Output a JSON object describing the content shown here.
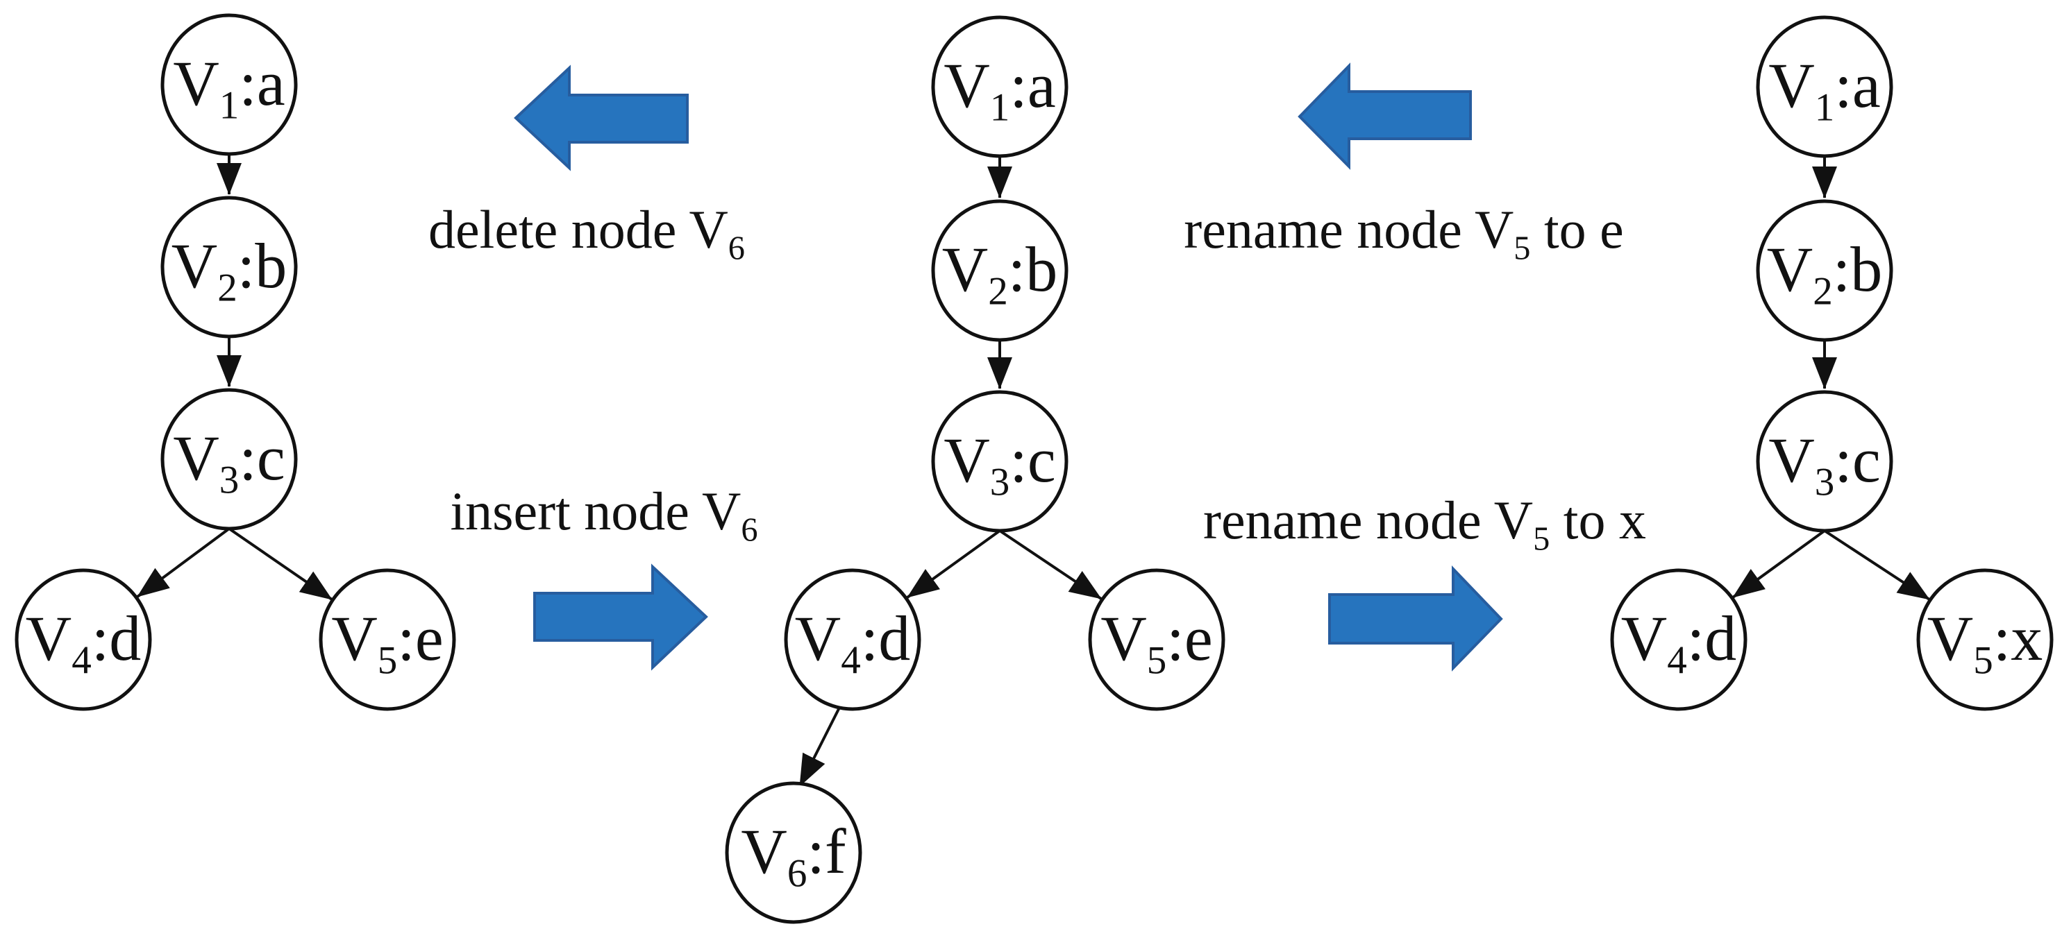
{
  "figure": {
    "background_color": "#ffffff",
    "node_stroke_color": "#111111",
    "arrow_fill_color": "#2674BE",
    "arrow_stroke_color": "#275D9F",
    "icons": [
      "block-arrow-left-icon",
      "block-arrow-right-icon"
    ]
  },
  "operations": {
    "delete": {
      "pre": "delete node V",
      "sub": "6",
      "post": ""
    },
    "insert": {
      "pre": "insert node V",
      "sub": "6",
      "post": ""
    },
    "rename_e": {
      "pre": "rename node V",
      "sub": "5",
      "post": " to e"
    },
    "rename_x": {
      "pre": "rename node V",
      "sub": "5",
      "post": " to x"
    }
  },
  "arrows": [
    {
      "icon": "block-arrow-left-icon",
      "between": "middle-and-left-trees",
      "operation": "delete"
    },
    {
      "icon": "block-arrow-right-icon",
      "between": "left-and-middle-trees",
      "operation": "insert"
    },
    {
      "icon": "block-arrow-left-icon",
      "between": "right-and-middle-trees",
      "operation": "rename_e"
    },
    {
      "icon": "block-arrow-right-icon",
      "between": "middle-and-right-trees",
      "operation": "rename_x"
    }
  ],
  "trees": [
    {
      "id": "left-tree",
      "nodes": [
        {
          "id": "V1",
          "name": "V",
          "sub": "1",
          "suffix": ":a",
          "parent": null
        },
        {
          "id": "V2",
          "name": "V",
          "sub": "2",
          "suffix": ":b",
          "parent": "V1"
        },
        {
          "id": "V3",
          "name": "V",
          "sub": "3",
          "suffix": ":c",
          "parent": "V2"
        },
        {
          "id": "V4",
          "name": "V",
          "sub": "4",
          "suffix": ":d",
          "parent": "V3"
        },
        {
          "id": "V5",
          "name": "V",
          "sub": "5",
          "suffix": ":e",
          "parent": "V3"
        }
      ]
    },
    {
      "id": "middle-tree",
      "nodes": [
        {
          "id": "V1",
          "name": "V",
          "sub": "1",
          "suffix": ":a",
          "parent": null
        },
        {
          "id": "V2",
          "name": "V",
          "sub": "2",
          "suffix": ":b",
          "parent": "V1"
        },
        {
          "id": "V3",
          "name": "V",
          "sub": "3",
          "suffix": ":c",
          "parent": "V2"
        },
        {
          "id": "V4",
          "name": "V",
          "sub": "4",
          "suffix": ":d",
          "parent": "V3"
        },
        {
          "id": "V5",
          "name": "V",
          "sub": "5",
          "suffix": ":e",
          "parent": "V3"
        },
        {
          "id": "V6",
          "name": "V",
          "sub": "6",
          "suffix": ":f",
          "parent": "V4"
        }
      ]
    },
    {
      "id": "right-tree",
      "nodes": [
        {
          "id": "V1",
          "name": "V",
          "sub": "1",
          "suffix": ":a",
          "parent": null
        },
        {
          "id": "V2",
          "name": "V",
          "sub": "2",
          "suffix": ":b",
          "parent": "V1"
        },
        {
          "id": "V3",
          "name": "V",
          "sub": "3",
          "suffix": ":c",
          "parent": "V2"
        },
        {
          "id": "V4",
          "name": "V",
          "sub": "4",
          "suffix": ":d",
          "parent": "V3"
        },
        {
          "id": "V5",
          "name": "V",
          "sub": "5",
          "suffix": ":x",
          "parent": "V3"
        }
      ]
    }
  ]
}
